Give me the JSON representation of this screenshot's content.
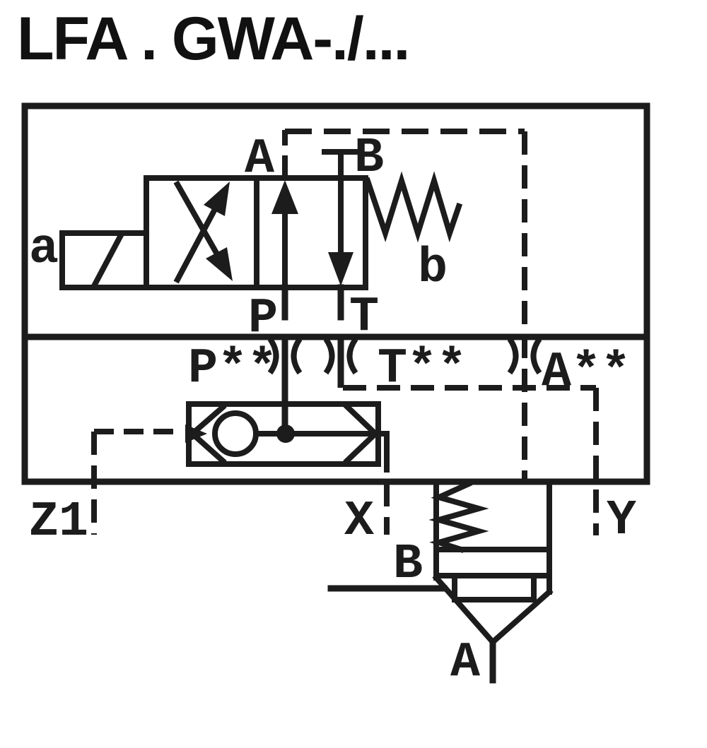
{
  "title": "LFA . GWA-./...",
  "colors": {
    "line": "#1c1c1c",
    "background": "#ffffff"
  },
  "pilot_valve": {
    "solenoid_label": "a",
    "spring_label": "b",
    "port_a": "A",
    "port_b": "B",
    "port_p": "P",
    "port_t": "T"
  },
  "manifold": {
    "orifice_p_label": "P**",
    "orifice_t_label": "T**",
    "orifice_a_label": "A**"
  },
  "external_ports": {
    "z1": "Z1",
    "x": "X",
    "y": "Y",
    "b": "B",
    "a": "A"
  }
}
